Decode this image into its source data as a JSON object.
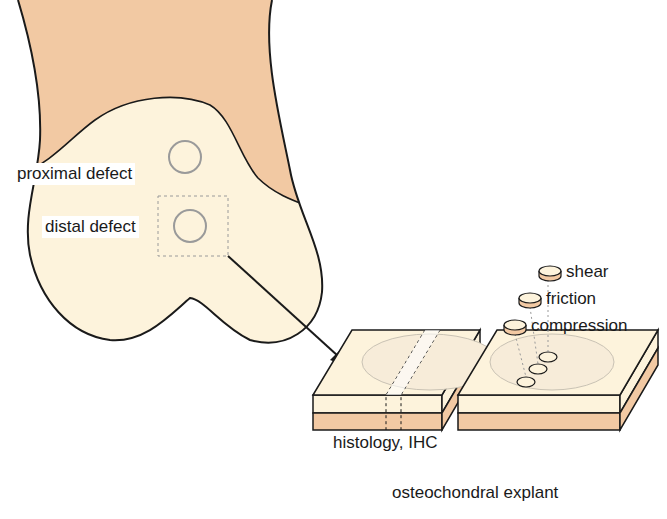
{
  "diagram": {
    "labels": [
      "proximal defect",
      "distal defect",
      "shear",
      "friction",
      "compression",
      "histology, IHC",
      "osteochondral explant"
    ]
  }
}
